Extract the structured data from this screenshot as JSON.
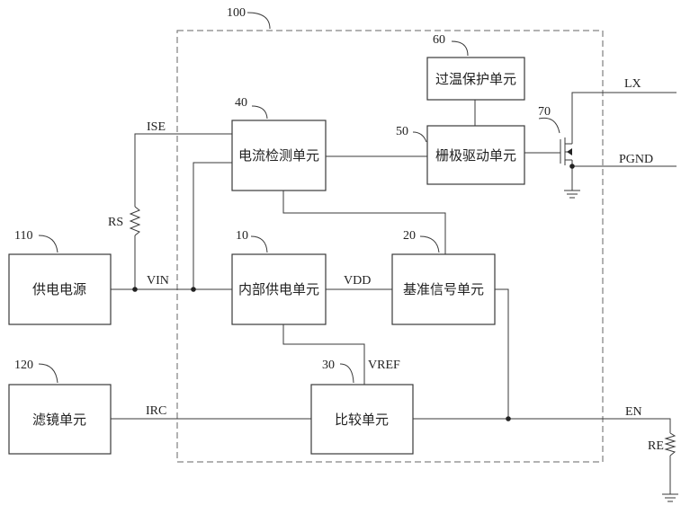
{
  "system": {
    "ref": "100"
  },
  "blocks": {
    "overtemp": {
      "ref": "60",
      "label": "过温保护单元"
    },
    "current": {
      "ref": "40",
      "label": "电流检测单元"
    },
    "gate": {
      "ref": "50",
      "label": "栅极驱动单元"
    },
    "supply": {
      "ref": "110",
      "label": "供电电源"
    },
    "internal": {
      "ref": "10",
      "label": "内部供电单元"
    },
    "reference": {
      "ref": "20",
      "label": "基准信号单元"
    },
    "filter": {
      "ref": "120",
      "label": "滤镜单元"
    },
    "compare": {
      "ref": "30",
      "label": "比较单元"
    }
  },
  "transistor": {
    "ref": "70"
  },
  "signals": {
    "ise": "ISE",
    "rs": "RS",
    "vin": "VIN",
    "vdd": "VDD",
    "vref": "VREF",
    "irc": "IRC",
    "lx": "LX",
    "pgnd": "PGND",
    "en": "EN",
    "re": "RE"
  }
}
